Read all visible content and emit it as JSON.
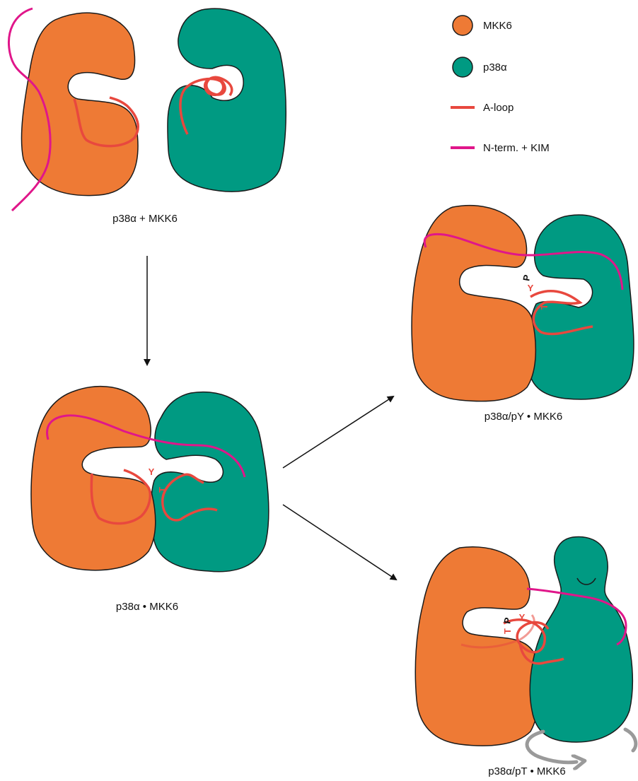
{
  "colors": {
    "mkk6": "#ee7a35",
    "p38": "#009a82",
    "aloop": "#e8483e",
    "nterm": "#e0168a",
    "outline": "#1a1a1a",
    "arrow": "#111111",
    "rotation_arrow": "#9a9a9a"
  },
  "legend": {
    "items": [
      {
        "label": "MKK6",
        "swatch": "circle",
        "color": "#ee7a35"
      },
      {
        "label": "p38α",
        "swatch": "circle",
        "color": "#009a82"
      },
      {
        "label": "A-loop",
        "swatch": "line",
        "color": "#e8483e"
      },
      {
        "label": "N-term. + KIM",
        "swatch": "line",
        "color": "#e0168a"
      }
    ]
  },
  "states": {
    "separate": {
      "caption": "p38α + MKK6"
    },
    "complex": {
      "caption": "p38α • MKK6"
    },
    "py_complex": {
      "caption": "p38α/pY • MKK6"
    },
    "pt_complex": {
      "caption": "p38α/pT • MKK6"
    }
  },
  "residue_labels": {
    "tyr": "Y",
    "thr": "T",
    "phospho": "P"
  },
  "icons": [
    "down-arrow-icon",
    "up-right-arrow-icon",
    "down-right-arrow-icon",
    "rotation-arrow-icon"
  ]
}
